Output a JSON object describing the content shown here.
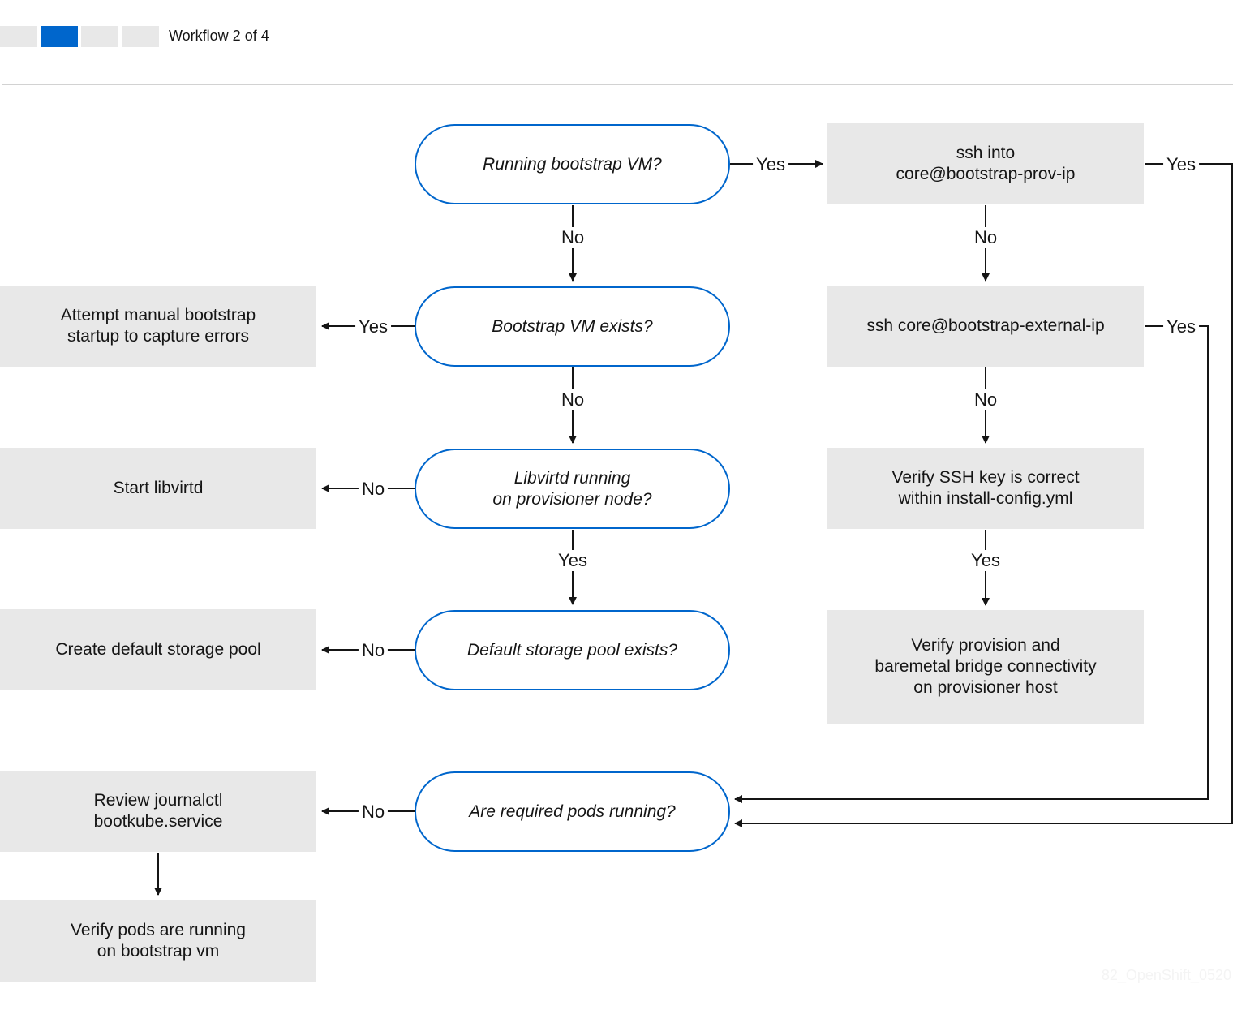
{
  "header": {
    "workflow_label": "Workflow 2 of 4",
    "progress": {
      "total": 4,
      "current": 2
    },
    "accent_color": "#0066cc"
  },
  "nodes": {
    "running_bootstrap_vm": "Running bootstrap VM?",
    "bootstrap_vm_exists": "Bootstrap VM exists?",
    "libvirtd_running": "Libvirtd running\non provisioner node?",
    "default_pool_exists": "Default storage pool exists?",
    "required_pods_running": "Are required pods running?",
    "attempt_manual_startup": "Attempt manual bootstrap\nstartup to capture errors",
    "start_libvirtd": "Start libvirtd",
    "create_default_pool": "Create default storage pool",
    "review_journalctl": "Review journalctl\nbootkube.service",
    "verify_pods_bootstrap": "Verify pods are running\non bootstrap vm",
    "ssh_prov_ip": "ssh into\ncore@bootstrap-prov-ip",
    "ssh_external_ip": "ssh core@bootstrap-external-ip",
    "verify_ssh_key": "Verify SSH key is correct\nwithin install-config.yml",
    "verify_bridge": "Verify provision and\nbaremetal bridge connectivity\non provisioner host"
  },
  "edge_labels": {
    "running_yes": "Yes",
    "running_no": "No",
    "exists_yes": "Yes",
    "exists_no": "No",
    "libvirtd_no": "No",
    "libvirtd_yes": "Yes",
    "pool_no": "No",
    "pods_no": "No",
    "prov_yes": "Yes",
    "prov_no": "No",
    "external_yes": "Yes",
    "external_no": "No",
    "sshkey_yes": "Yes"
  },
  "footer": {
    "watermark": "82_OpenShift_0520"
  }
}
